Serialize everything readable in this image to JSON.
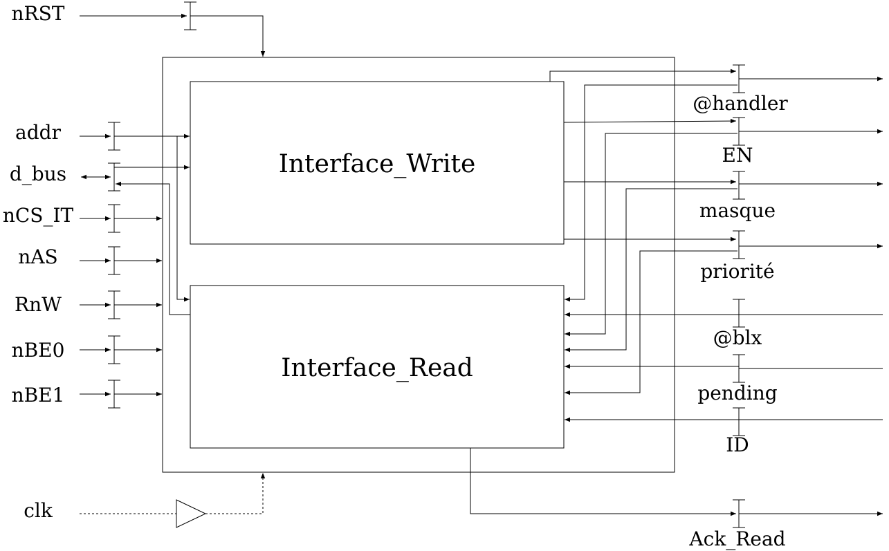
{
  "inputs": {
    "nrst": "nRST",
    "addr": "addr",
    "d_bus": "d_bus",
    "ncs_it": "nCS_IT",
    "nas": "nAS",
    "rnw": "RnW",
    "nbe0": "nBE0",
    "nbe1": "nBE1",
    "clk": "clk"
  },
  "blocks": {
    "write": "Interface_Write",
    "read": "Interface_Read"
  },
  "outputs": {
    "handler": "@handler",
    "en": "EN",
    "masque": "masque",
    "priorite": "priorité",
    "blx": "@blx",
    "pending": "pending",
    "id": "ID",
    "ack_read": "Ack_Read"
  }
}
